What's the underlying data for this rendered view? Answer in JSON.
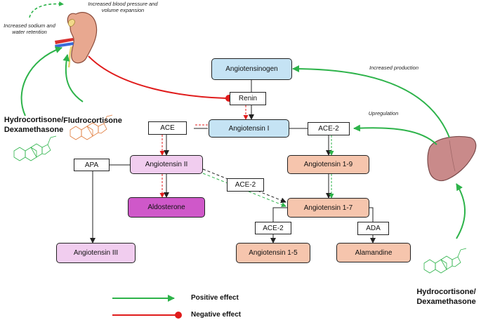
{
  "colors": {
    "positive": "#2db34a",
    "negative": "#e01b1b",
    "renin_axis": "#e8a8a0",
    "blue_box": "#c5e3f4",
    "peach_box": "#f6c5ad",
    "pink_box": "#f1cdef",
    "magenta_box": "#cf58c9",
    "kidney": "#e8a890",
    "liver": "#c98a8a"
  },
  "molecules": {
    "angiotensinogen": "Angiotensinogen",
    "angiotensin_1": "Angiotensin I",
    "angiotensin_2": "Angiotensin II",
    "angiotensin_3": "Angiotensin III",
    "aldosterone": "Aldosterone",
    "angiotensin_1_9": "Angiotensin 1-9",
    "angiotensin_1_7": "Angiotensin 1-7",
    "angiotensin_1_5": "Angiotensin 1-5",
    "alamandine": "Alamandine"
  },
  "enzymes": {
    "renin": "Renin",
    "ace": "ACE",
    "ace2_top": "ACE-2",
    "apa": "APA",
    "ace2_mid": "ACE-2",
    "ace2_bottom": "ACE-2",
    "ada": "ADA"
  },
  "annotations": {
    "bp": "Increased blood pressure and volume expansion",
    "sodium": "Increased sodium and water retention",
    "production": "Increased production",
    "upregulation": "Upregulation"
  },
  "drugs": {
    "hydro_left": "Hydrocortisone/ Dexamethasone",
    "fludro": "Fludrocortisone",
    "hydro_right": "Hydrocortisone/ Dexamethasone"
  },
  "legend": {
    "positive": "Positive effect",
    "negative": "Negative effect"
  },
  "icons": [
    "kidney-icon",
    "liver-icon",
    "steroid-structure-icon"
  ]
}
